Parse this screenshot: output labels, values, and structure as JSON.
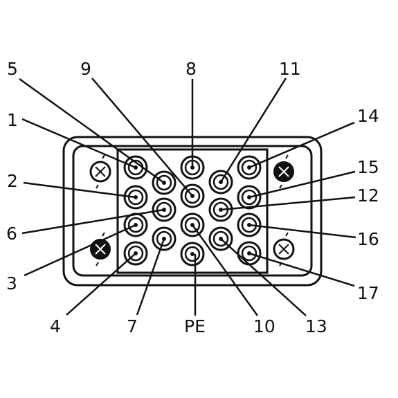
{
  "colors": {
    "stroke": "#111111",
    "background": "#ffffff"
  },
  "icons": {
    "screw": "screw-icon",
    "shielded_screw": "screw-filled-icon"
  },
  "pins": [
    {
      "label": "1"
    },
    {
      "label": "2"
    },
    {
      "label": "3"
    },
    {
      "label": "4"
    },
    {
      "label": "5"
    },
    {
      "label": "6"
    },
    {
      "label": "7"
    },
    {
      "label": "8"
    },
    {
      "label": "9"
    },
    {
      "label": "10"
    },
    {
      "label": "11"
    },
    {
      "label": "12"
    },
    {
      "label": "13"
    },
    {
      "label": "14"
    },
    {
      "label": "15"
    },
    {
      "label": "16"
    },
    {
      "label": "17"
    },
    {
      "label": "PE"
    }
  ]
}
